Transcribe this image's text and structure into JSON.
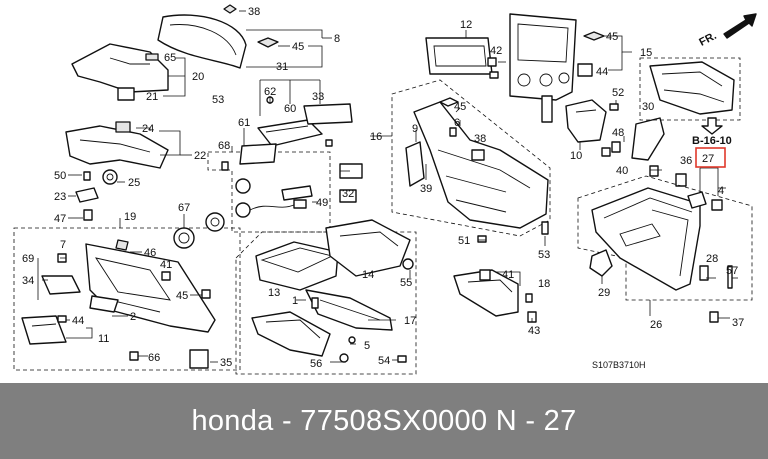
{
  "diagram": {
    "direction_label": "FR.",
    "ref_label": "B-16-10",
    "diagram_code": "S107B3710H",
    "highlight_color": "#e0392b",
    "part_numbers": [
      "1",
      "2",
      "4",
      "5",
      "6",
      "7",
      "8",
      "9",
      "10",
      "11",
      "12",
      "13",
      "14",
      "15",
      "16",
      "17",
      "18",
      "19",
      "20",
      "21",
      "22",
      "23",
      "24",
      "25",
      "26",
      "27",
      "28",
      "29",
      "30",
      "31",
      "32",
      "33",
      "34",
      "35",
      "36",
      "37",
      "38",
      "39",
      "40",
      "41",
      "42",
      "43",
      "44",
      "45",
      "46",
      "47",
      "48",
      "49",
      "50",
      "51",
      "52",
      "53",
      "54",
      "55",
      "56",
      "57",
      "60",
      "61",
      "62",
      "65",
      "66",
      "67",
      "68",
      "69"
    ],
    "highlighted_part": "27"
  },
  "footer": {
    "caption": "honda - 77508SX0000     N - 27",
    "background": "#7f7f7f"
  }
}
